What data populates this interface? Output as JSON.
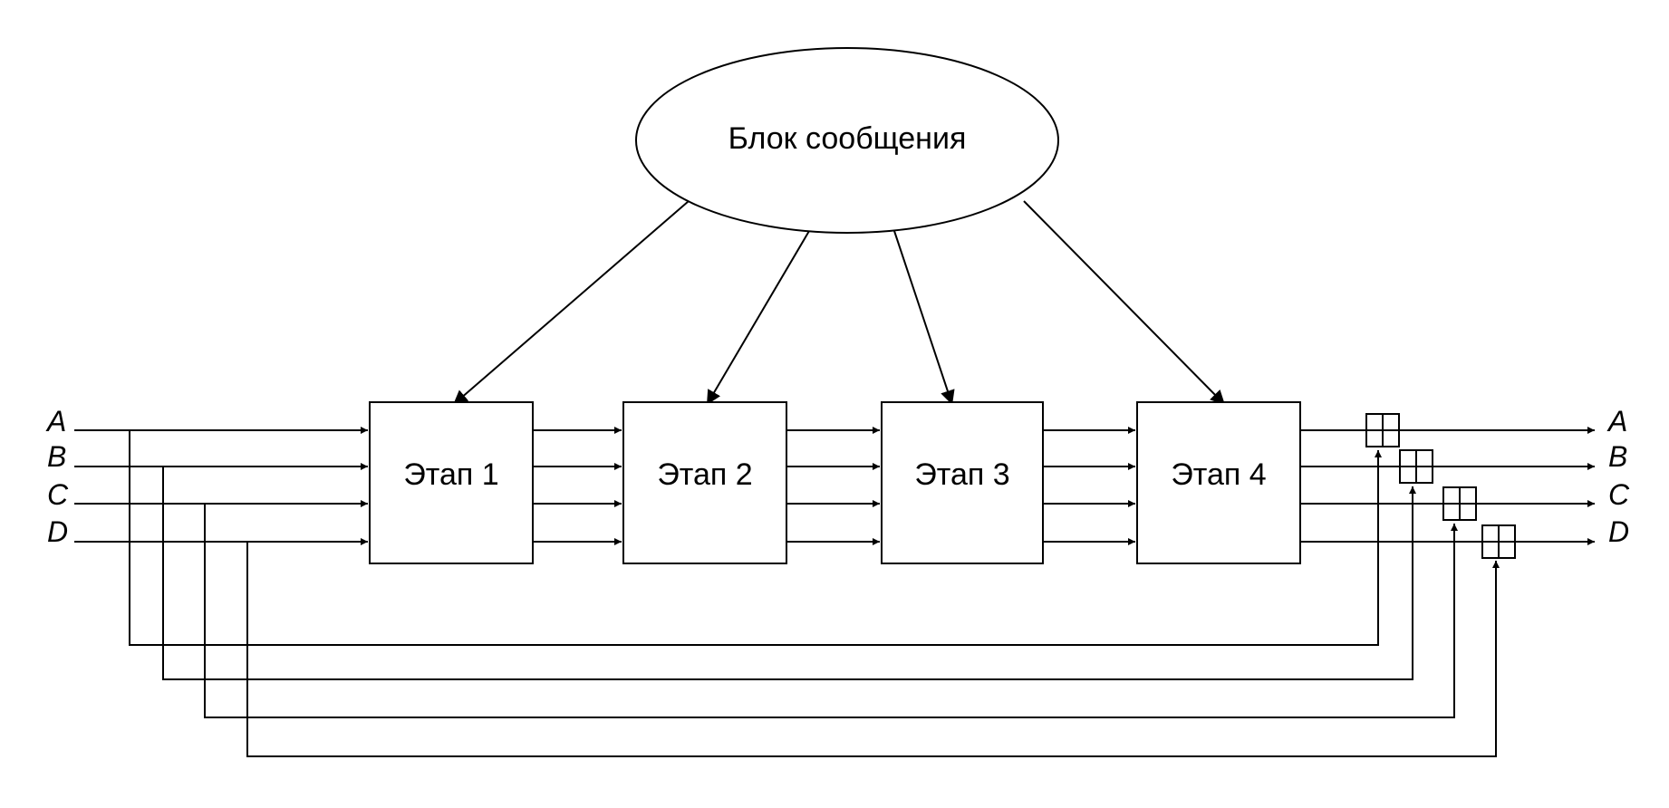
{
  "message_block": {
    "label": "Блок сообщения"
  },
  "stages": [
    {
      "label": "Этап 1"
    },
    {
      "label": "Этап 2"
    },
    {
      "label": "Этап 3"
    },
    {
      "label": "Этап 4"
    }
  ],
  "inputs": [
    "A",
    "B",
    "C",
    "D"
  ],
  "outputs": [
    "A",
    "B",
    "C",
    "D"
  ],
  "adders": [
    {
      "icon": "modular-addition-icon"
    },
    {
      "icon": "modular-addition-icon"
    },
    {
      "icon": "modular-addition-icon"
    },
    {
      "icon": "modular-addition-icon"
    }
  ]
}
